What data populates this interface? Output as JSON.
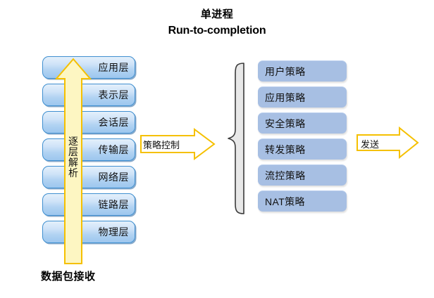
{
  "title": {
    "line_cn": "单进程",
    "line_en": "Run-to-completion"
  },
  "colors": {
    "layer_fill_top": "#e4f0fb",
    "layer_fill_bottom": "#9cc6ee",
    "layer_border": "#3f8fd0",
    "policy_fill": "#a7bfe3",
    "arrow_fill": "#fdf6c2",
    "arrow_border": "#f5c000",
    "brace_fill": "#e8e8e8",
    "brace_border": "#3a3a3a",
    "text": "#111111",
    "background": "#ffffff"
  },
  "osi_stack": {
    "name": "osi-layer-stack",
    "layers": [
      {
        "label": "应用层"
      },
      {
        "label": "表示层"
      },
      {
        "label": "会话层"
      },
      {
        "label": "传输层"
      },
      {
        "label": "网络层"
      },
      {
        "label": "链路层"
      },
      {
        "label": "物理层"
      }
    ]
  },
  "up_arrow": {
    "name": "layer-parse-arrow",
    "direction": "up",
    "chars": [
      "逐",
      "层",
      "解",
      "析"
    ],
    "text": "逐层解析"
  },
  "bottom_caption": {
    "text": "数据包接收"
  },
  "flow_arrows": [
    {
      "name": "policy-control-arrow",
      "label": "策略控制",
      "direction": "right"
    },
    {
      "name": "send-arrow",
      "label": "发送",
      "direction": "right"
    }
  ],
  "brace": {
    "name": "grouping-brace",
    "orientation": "left-curly"
  },
  "policy_stack": {
    "name": "policy-stack",
    "items": [
      {
        "label": "用户策略"
      },
      {
        "label": "应用策略"
      },
      {
        "label": "安全策略"
      },
      {
        "label": "转发策略"
      },
      {
        "label": "流控策略"
      },
      {
        "label": "NAT策略"
      }
    ]
  }
}
